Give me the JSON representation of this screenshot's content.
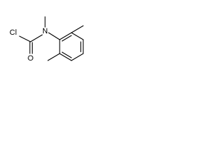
{
  "molecule": {
    "atoms": {
      "chlorine": "Cl",
      "oxygen": "O",
      "nitrogen": "N"
    }
  }
}
